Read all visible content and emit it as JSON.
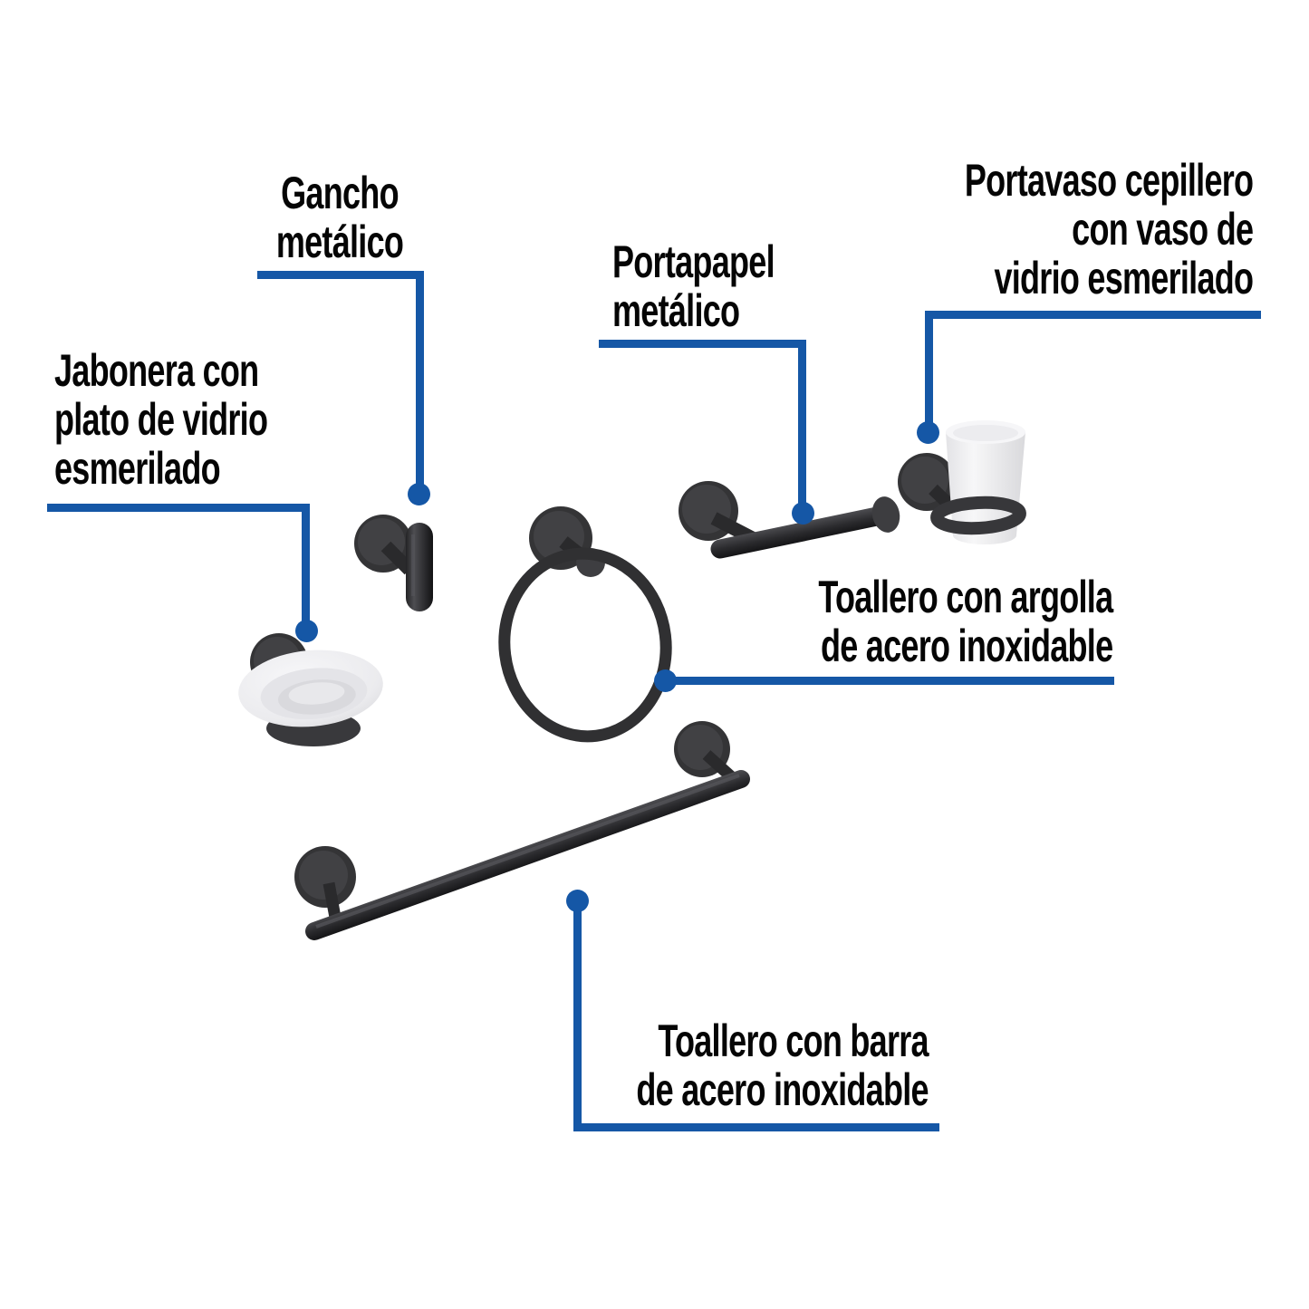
{
  "colors": {
    "accent_blue": "#1557a6",
    "label_text": "#050505",
    "product_dark": "#343436",
    "product_mid": "#414144",
    "frosted_glass": "#efeff2",
    "background": "#ffffff"
  },
  "labels": {
    "gancho": {
      "lines": [
        "Gancho",
        "metálico"
      ]
    },
    "jabonera": {
      "lines": [
        "Jabonera con",
        "plato de vidrio",
        "esmerilado"
      ]
    },
    "portapapel": {
      "lines": [
        "Portapapel",
        "metálico"
      ]
    },
    "portavaso": {
      "lines": [
        "Portavaso cepillero",
        "con vaso de",
        "vidrio esmerilado"
      ]
    },
    "toallero_argolla": {
      "lines": [
        "Toallero con argolla",
        "de acero inoxidable"
      ]
    },
    "toallero_barra": {
      "lines": [
        "Toallero con barra",
        "de acero inoxidable"
      ]
    }
  }
}
